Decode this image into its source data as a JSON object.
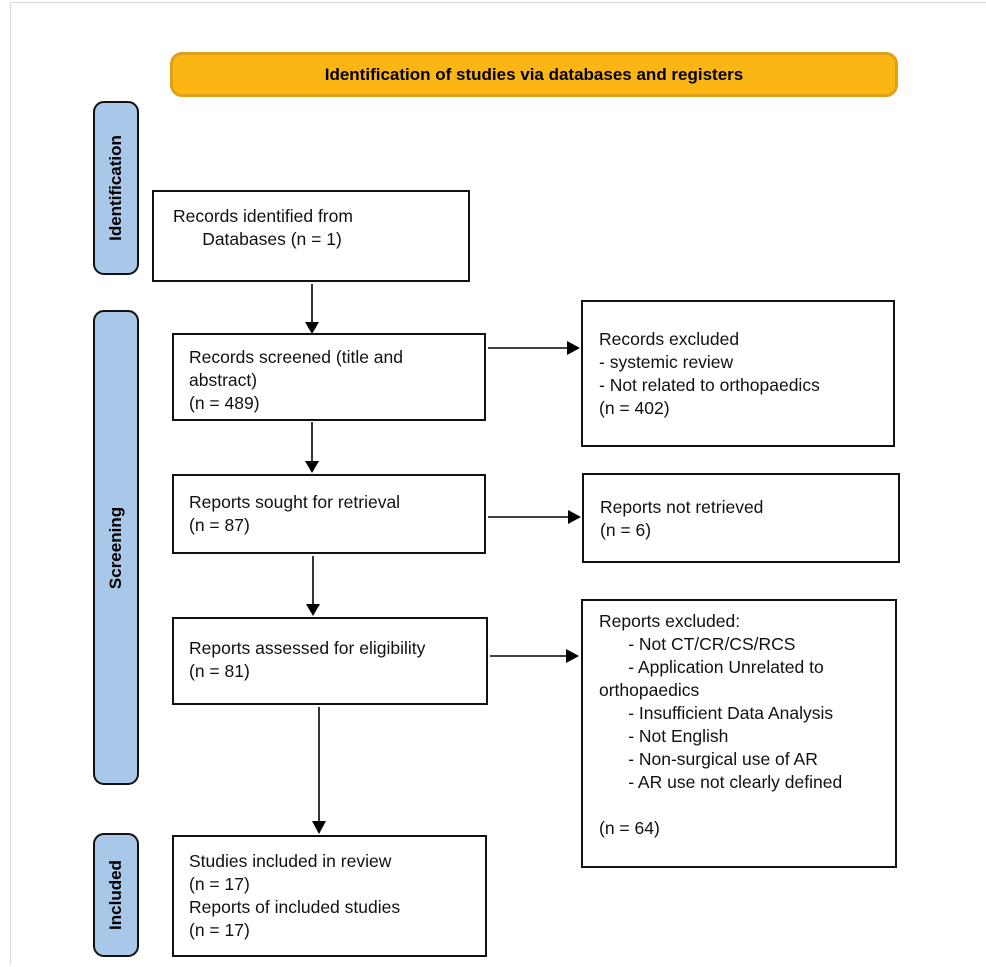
{
  "banner": {
    "label": "Identification of studies via databases and registers"
  },
  "stages": {
    "identification": "Identification",
    "screening": "Screening",
    "included": "Included"
  },
  "boxes": {
    "records_identified": "Records identified from\n      Databases (n = 1)",
    "records_screened": "Records screened (title and\nabstract)\n(n = 489)",
    "records_excluded": "Records excluded\n- systemic review\n- Not related to orthopaedics\n(n = 402)",
    "reports_sought": "Reports sought for retrieval\n(n = 87)",
    "reports_not_retrieved": "Reports not retrieved\n(n = 6)",
    "reports_assessed": "Reports assessed for eligibility\n(n = 81)",
    "reports_excluded": "Reports excluded:\n      - Not CT/CR/CS/RCS\n      - Application Unrelated to\northopaedics\n      - Insufficient Data Analysis\n      - Not English\n      - Non-surgical use of AR\n      - AR use not clearly defined\n\n(n = 64)",
    "studies_included": "Studies included in review\n(n = 17)\nReports of included studies\n(n = 17)"
  },
  "counts": {
    "records_identified_databases": 1,
    "records_screened": 489,
    "records_excluded": 402,
    "reports_sought": 87,
    "reports_not_retrieved": 6,
    "reports_assessed": 81,
    "reports_excluded": 64,
    "studies_included_in_review": 17,
    "reports_of_included_studies": 17
  },
  "colors": {
    "banner_fill": "#FCB614",
    "banner_border": "#DFA018",
    "stage_fill": "#A9C7E8"
  }
}
